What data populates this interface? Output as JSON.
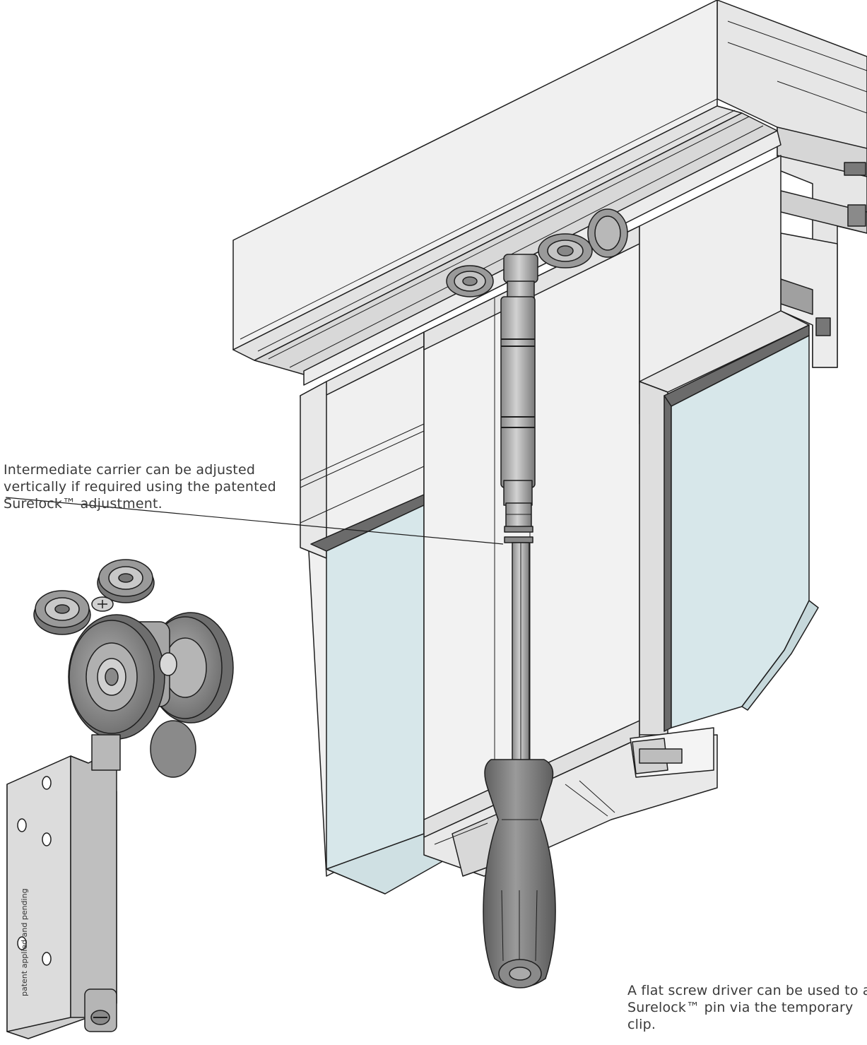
{
  "annotations": {
    "intermediate_carrier": {
      "line1": "Intermediate carrier can be adjusted",
      "line2": "vertically if required using the patented",
      "line3": "Surelock™ adjustment."
    },
    "screwdriver_note": {
      "line1": "A flat screw driver can be used to a",
      "line2": "Surelock™ pin via the temporary",
      "line3": "clip."
    }
  },
  "bracket_engraving": "patent applied and pending",
  "colors": {
    "line": "#1e1e1e",
    "frame": "#efefef",
    "frame_shade": "#dcdcdc",
    "glass": "#d7e7ea",
    "gasket": "#6b6b6b",
    "rubber": "#8e8e8e",
    "metal": "#c9c9c9"
  }
}
